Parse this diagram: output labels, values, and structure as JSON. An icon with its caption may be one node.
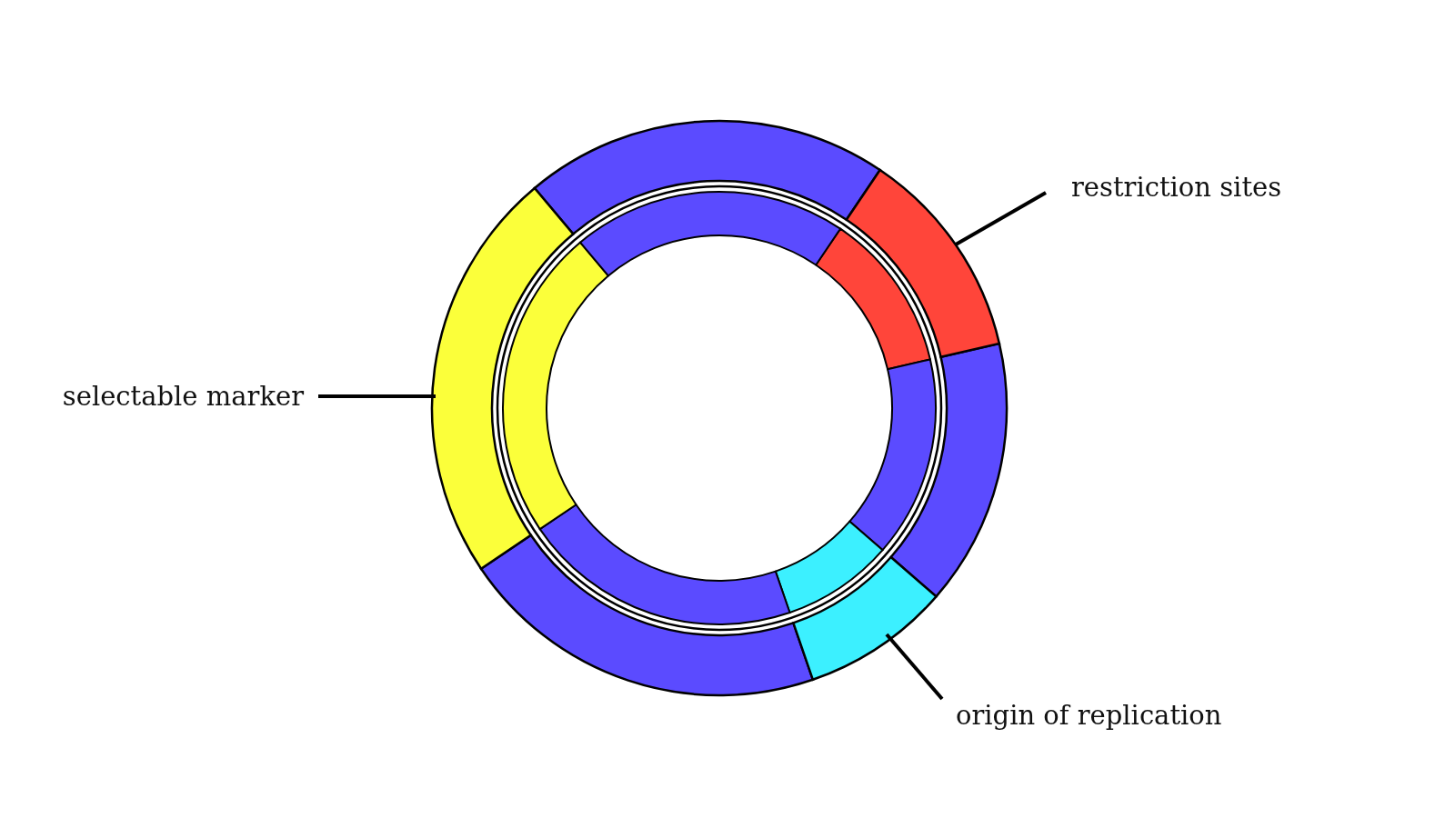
{
  "diagram": {
    "nodes": [
      {
        "text": [
          "restriction sites"
        ]
      },
      {
        "text": [],
        "shape": "arc"
      },
      {
        "text": [
          "selectable marker"
        ]
      },
      {
        "text": [],
        "shape": "arc"
      },
      {
        "text": [
          "origin of replication"
        ]
      },
      {
        "text": [],
        "shape": "arc"
      }
    ],
    "edges": [
      {
        "from": 0,
        "to": 1,
        "arrow": "none"
      },
      {
        "from": 2,
        "to": 3,
        "arrow": "none"
      },
      {
        "from": 4,
        "to": 5,
        "arrow": "none"
      }
    ]
  }
}
